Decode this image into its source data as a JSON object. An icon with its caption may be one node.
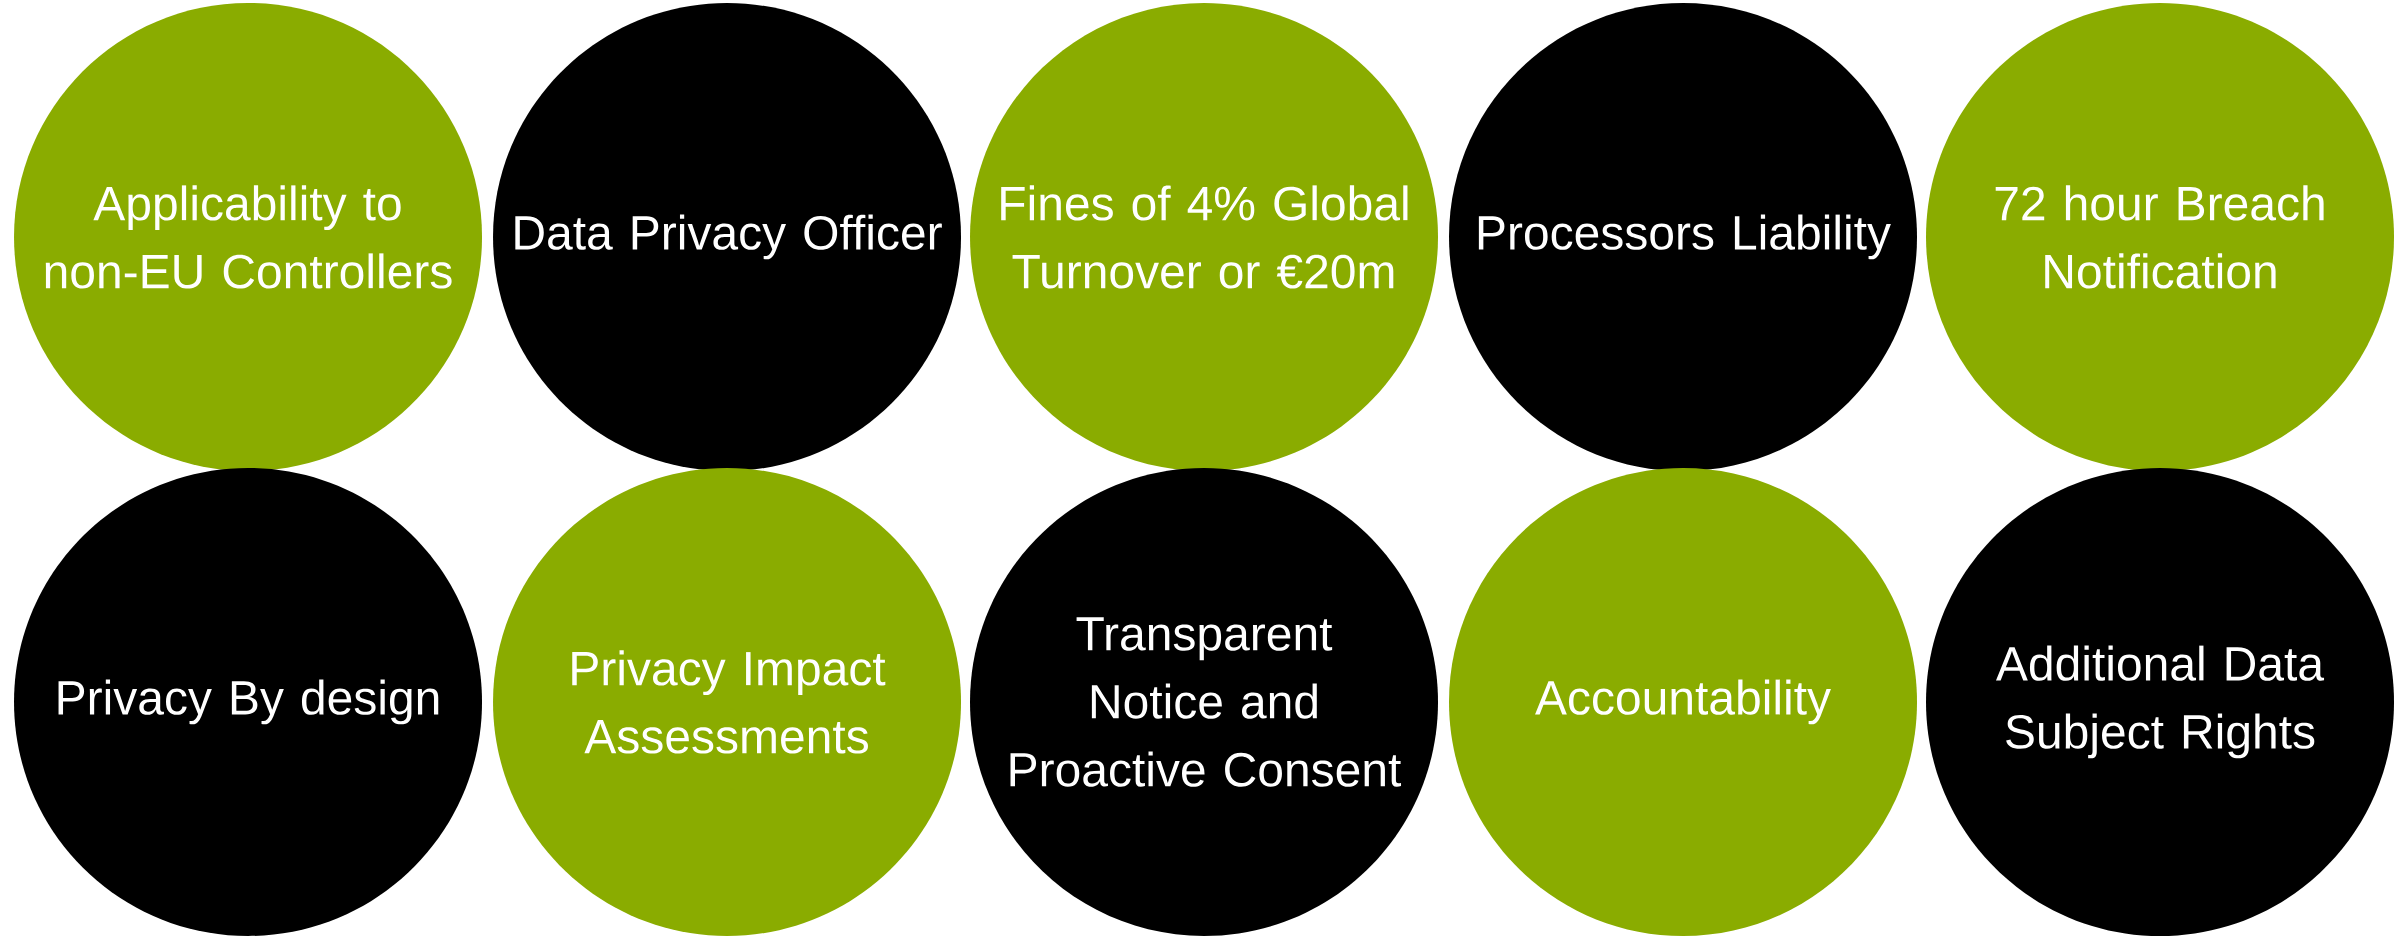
{
  "diagram": {
    "nodes": [
      {
        "text": [
          "Applicability to non-EU Controllers"
        ]
      },
      {
        "text": [
          "Data Privacy Officer"
        ]
      },
      {
        "text": [
          "Fines of 4% Global Turnover or €20m"
        ]
      },
      {
        "text": [
          "Processors Liability"
        ]
      },
      {
        "text": [
          "72 hour Breach Notification"
        ]
      },
      {
        "text": [
          "Privacy By design"
        ]
      },
      {
        "text": [
          "Privacy Impact Assessments"
        ]
      },
      {
        "text": [
          "Transparent Notice and Proactive Consent"
        ]
      },
      {
        "text": [
          "Accountability"
        ]
      },
      {
        "text": [
          "Additional Data Subject Rights"
        ]
      }
    ]
  }
}
